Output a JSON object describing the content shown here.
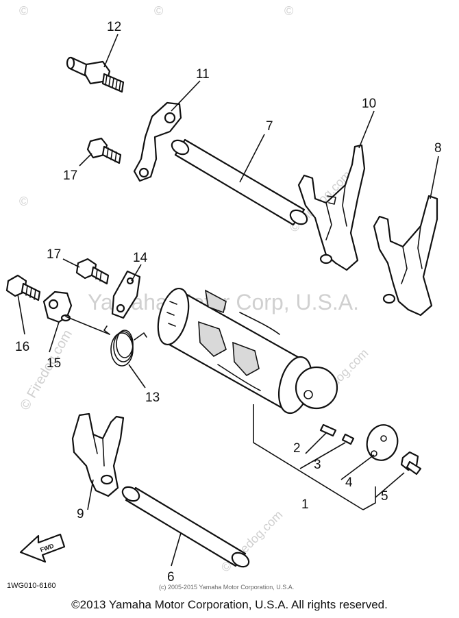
{
  "callouts": {
    "c1": "1",
    "c2": "2",
    "c3": "3",
    "c4": "4",
    "c5": "5",
    "c6": "6",
    "c7": "7",
    "c8": "8",
    "c9": "9",
    "c10": "10",
    "c11": "11",
    "c12": "12",
    "c13": "13",
    "c14": "14",
    "c15": "15",
    "c16": "16",
    "c17a": "17",
    "c17b": "17"
  },
  "watermark": {
    "site": "© Firedog.com",
    "main": "Yamaha Motor Corp, U.S.A.",
    "sitemark": "©"
  },
  "diagram_code": "1WG010-6160",
  "small_copyright": "(c) 2005-2015 Yamaha Motor Corporation, U.S.A.",
  "fwd_label": "FWD",
  "footer": "©2013 Yamaha Motor Corporation, U.S.A. All rights reserved.",
  "colors": {
    "ink": "#111111",
    "watermark": "#d0d0d0",
    "background": "#ffffff"
  }
}
